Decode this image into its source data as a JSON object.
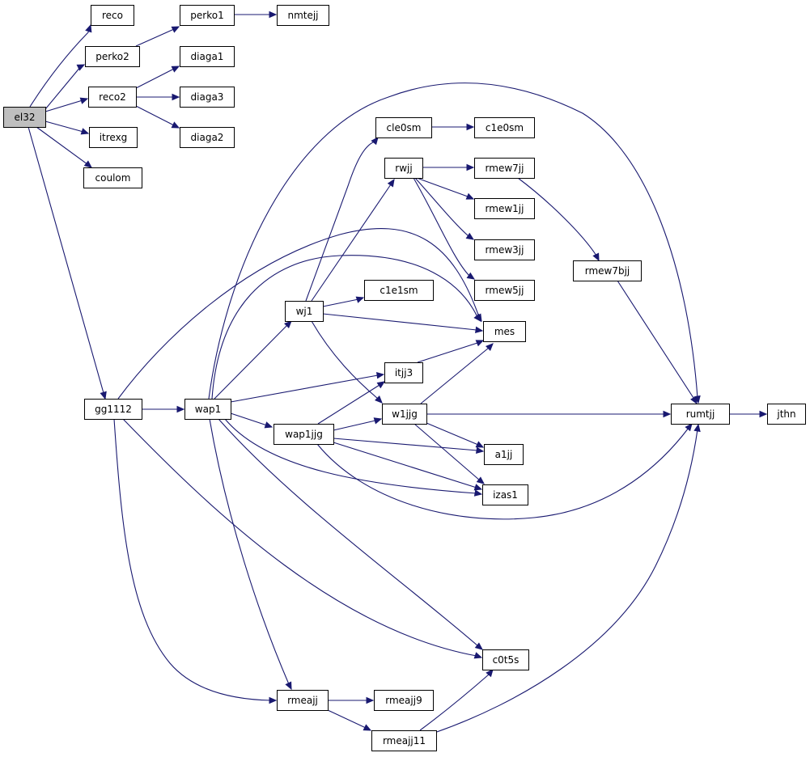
{
  "graph": {
    "root": "el32",
    "nodes": [
      {
        "id": "el32",
        "label": "el32"
      },
      {
        "id": "reco",
        "label": "reco"
      },
      {
        "id": "perko2",
        "label": "perko2"
      },
      {
        "id": "reco2",
        "label": "reco2"
      },
      {
        "id": "itrexg",
        "label": "itrexg"
      },
      {
        "id": "coulom",
        "label": "coulom"
      },
      {
        "id": "gg1112",
        "label": "gg1112"
      },
      {
        "id": "perko1",
        "label": "perko1"
      },
      {
        "id": "nmtejj",
        "label": "nmtejj"
      },
      {
        "id": "diaga1",
        "label": "diaga1"
      },
      {
        "id": "diaga3",
        "label": "diaga3"
      },
      {
        "id": "diaga2",
        "label": "diaga2"
      },
      {
        "id": "wap1",
        "label": "wap1"
      },
      {
        "id": "rmeajj",
        "label": "rmeajj"
      },
      {
        "id": "c0t5s",
        "label": "c0t5s"
      },
      {
        "id": "mes",
        "label": "mes"
      },
      {
        "id": "wj1",
        "label": "wj1"
      },
      {
        "id": "itjj3",
        "label": "itjj3"
      },
      {
        "id": "wap1jjg",
        "label": "wap1jjg"
      },
      {
        "id": "izas1",
        "label": "izas1"
      },
      {
        "id": "rumtjj",
        "label": "rumtjj"
      },
      {
        "id": "cle0sm",
        "label": "cle0sm"
      },
      {
        "id": "c1e0sm",
        "label": "c1e0sm"
      },
      {
        "id": "rwjj",
        "label": "rwjj"
      },
      {
        "id": "rmew7jj",
        "label": "rmew7jj"
      },
      {
        "id": "rmew1jj",
        "label": "rmew1jj"
      },
      {
        "id": "rmew3jj",
        "label": "rmew3jj"
      },
      {
        "id": "rmew5jj",
        "label": "rmew5jj"
      },
      {
        "id": "rmew7bjj",
        "label": "rmew7bjj"
      },
      {
        "id": "c1e1sm",
        "label": "c1e1sm"
      },
      {
        "id": "w1jjg",
        "label": "w1jjg"
      },
      {
        "id": "a1jj",
        "label": "a1jj"
      },
      {
        "id": "jthn",
        "label": "jthn"
      },
      {
        "id": "rmeajj9",
        "label": "rmeajj9"
      },
      {
        "id": "rmeajj11",
        "label": "rmeajj11"
      }
    ],
    "edges": [
      [
        "el32",
        "reco"
      ],
      [
        "el32",
        "perko2"
      ],
      [
        "el32",
        "reco2"
      ],
      [
        "el32",
        "itrexg"
      ],
      [
        "el32",
        "coulom"
      ],
      [
        "el32",
        "gg1112"
      ],
      [
        "perko2",
        "perko1"
      ],
      [
        "perko1",
        "nmtejj"
      ],
      [
        "reco2",
        "diaga1"
      ],
      [
        "reco2",
        "diaga3"
      ],
      [
        "reco2",
        "diaga2"
      ],
      [
        "gg1112",
        "wap1"
      ],
      [
        "gg1112",
        "mes"
      ],
      [
        "gg1112",
        "c0t5s"
      ],
      [
        "gg1112",
        "rmeajj"
      ],
      [
        "wap1",
        "rumtjj"
      ],
      [
        "wap1",
        "mes"
      ],
      [
        "wap1",
        "wj1"
      ],
      [
        "wap1",
        "itjj3"
      ],
      [
        "wap1",
        "wap1jjg"
      ],
      [
        "wap1",
        "izas1"
      ],
      [
        "wap1",
        "c0t5s"
      ],
      [
        "wap1",
        "rmeajj"
      ],
      [
        "wj1",
        "cle0sm"
      ],
      [
        "wj1",
        "rwjj"
      ],
      [
        "wj1",
        "c1e1sm"
      ],
      [
        "wj1",
        "mes"
      ],
      [
        "wj1",
        "w1jjg"
      ],
      [
        "cle0sm",
        "c1e0sm"
      ],
      [
        "rwjj",
        "rmew7jj"
      ],
      [
        "rwjj",
        "rmew1jj"
      ],
      [
        "rwjj",
        "rmew3jj"
      ],
      [
        "rwjj",
        "rmew5jj"
      ],
      [
        "rmew7jj",
        "rmew7bjj"
      ],
      [
        "rmew7bjj",
        "rumtjj"
      ],
      [
        "itjj3",
        "mes"
      ],
      [
        "wap1jjg",
        "itjj3"
      ],
      [
        "wap1jjg",
        "w1jjg"
      ],
      [
        "wap1jjg",
        "a1jj"
      ],
      [
        "wap1jjg",
        "izas1"
      ],
      [
        "wap1jjg",
        "rumtjj"
      ],
      [
        "w1jjg",
        "mes"
      ],
      [
        "w1jjg",
        "rumtjj"
      ],
      [
        "w1jjg",
        "a1jj"
      ],
      [
        "w1jjg",
        "izas1"
      ],
      [
        "rumtjj",
        "jthn"
      ],
      [
        "rmeajj",
        "rmeajj9"
      ],
      [
        "rmeajj",
        "rmeajj11"
      ],
      [
        "rmeajj11",
        "c0t5s"
      ],
      [
        "rmeajj11",
        "rumtjj"
      ]
    ]
  }
}
